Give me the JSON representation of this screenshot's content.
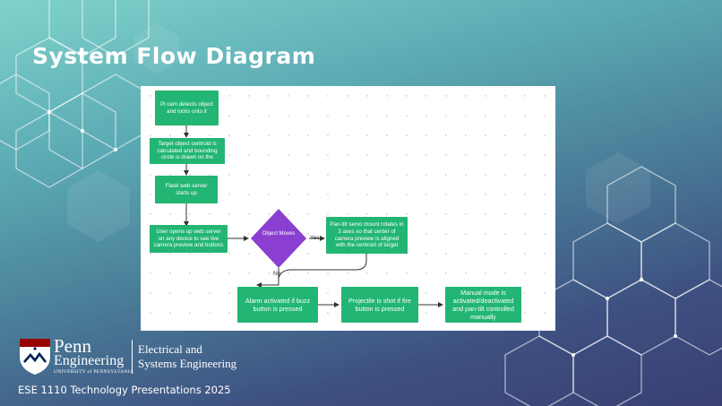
{
  "slide": {
    "title": "System Flow Diagram",
    "footer": "ESE 1110 Technology Presentations 2025"
  },
  "logo": {
    "penn": "Penn",
    "engineering": "Engineering",
    "university": "UNIVERSITY of PENNSYLVANIA",
    "dept_line1": "Electrical and",
    "dept_line2": "Systems Engineering"
  },
  "diagram": {
    "nodes": {
      "detect": "Pi cam detects object and locks onto it",
      "centroid": "Target object centroid is calculated and bounding circle is drawn on the",
      "flask": "Flask web server starts up",
      "user": "User opens up web server on any device to see live camera preview and buttons",
      "decision": "Object Moves",
      "pantilt": "Pan-tilt servo mount rotates in 3 axes so that center of camera preview is aligned with the centroid of target",
      "alarm": "Alarm activated if buzz button is pressed",
      "projectile": "Projectile is shot if fire button is pressed",
      "manual": "Manual mode is activated/deactivated and pan-tilt controlled manually"
    },
    "edge_labels": {
      "yes": "Yes",
      "no": "No"
    },
    "colors": {
      "process": "#22b573",
      "decision": "#8a3fd1",
      "arrow": "#333333"
    }
  }
}
